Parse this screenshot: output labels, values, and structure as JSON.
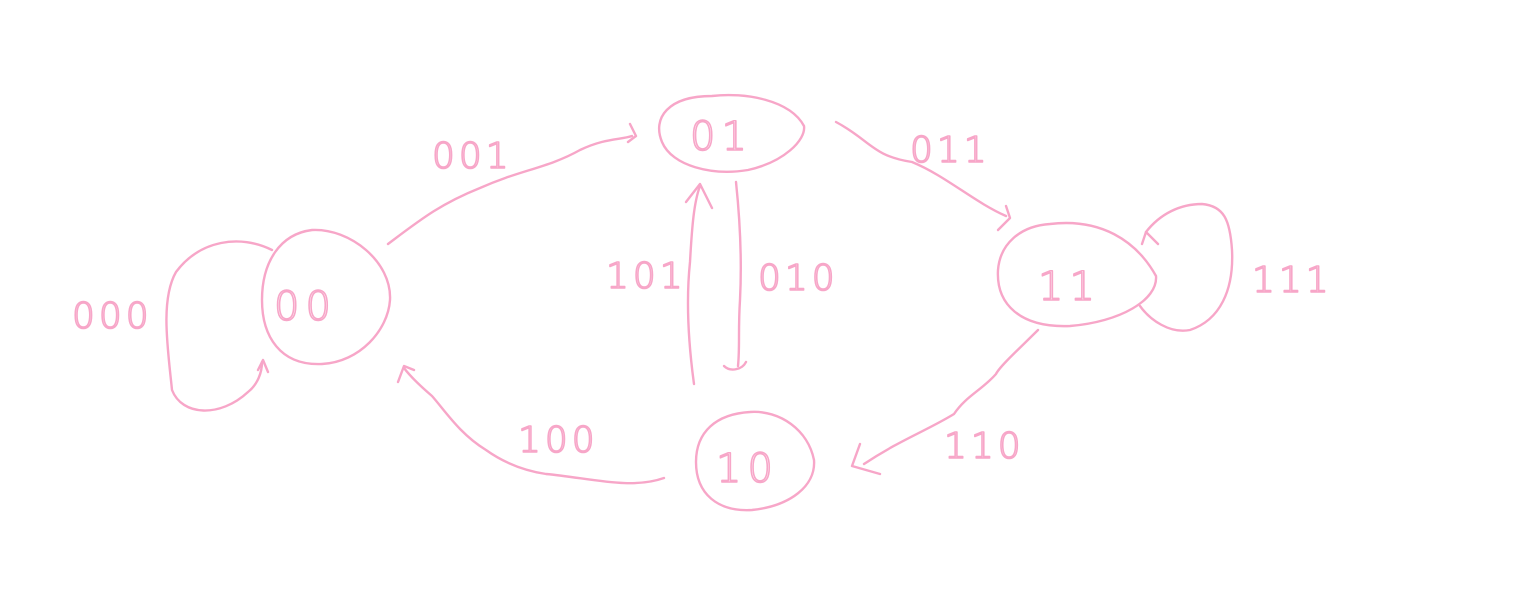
{
  "ink_color": "#f7a6c8",
  "states": [
    {
      "id": "s00",
      "label": "00"
    },
    {
      "id": "s01",
      "label": "01"
    },
    {
      "id": "s11",
      "label": "11"
    },
    {
      "id": "s10",
      "label": "10"
    }
  ],
  "transitions": [
    {
      "id": "t000",
      "from": "00",
      "to": "00",
      "label": "000"
    },
    {
      "id": "t001",
      "from": "00",
      "to": "01",
      "label": "001"
    },
    {
      "id": "t011",
      "from": "01",
      "to": "11",
      "label": "011"
    },
    {
      "id": "t111",
      "from": "11",
      "to": "11",
      "label": "111"
    },
    {
      "id": "t110",
      "from": "11",
      "to": "10",
      "label": "110"
    },
    {
      "id": "t100",
      "from": "10",
      "to": "00",
      "label": "100"
    },
    {
      "id": "t101",
      "from": "10",
      "to": "01",
      "label": "101"
    },
    {
      "id": "t010",
      "from": "01",
      "to": "10",
      "label": "010"
    }
  ]
}
